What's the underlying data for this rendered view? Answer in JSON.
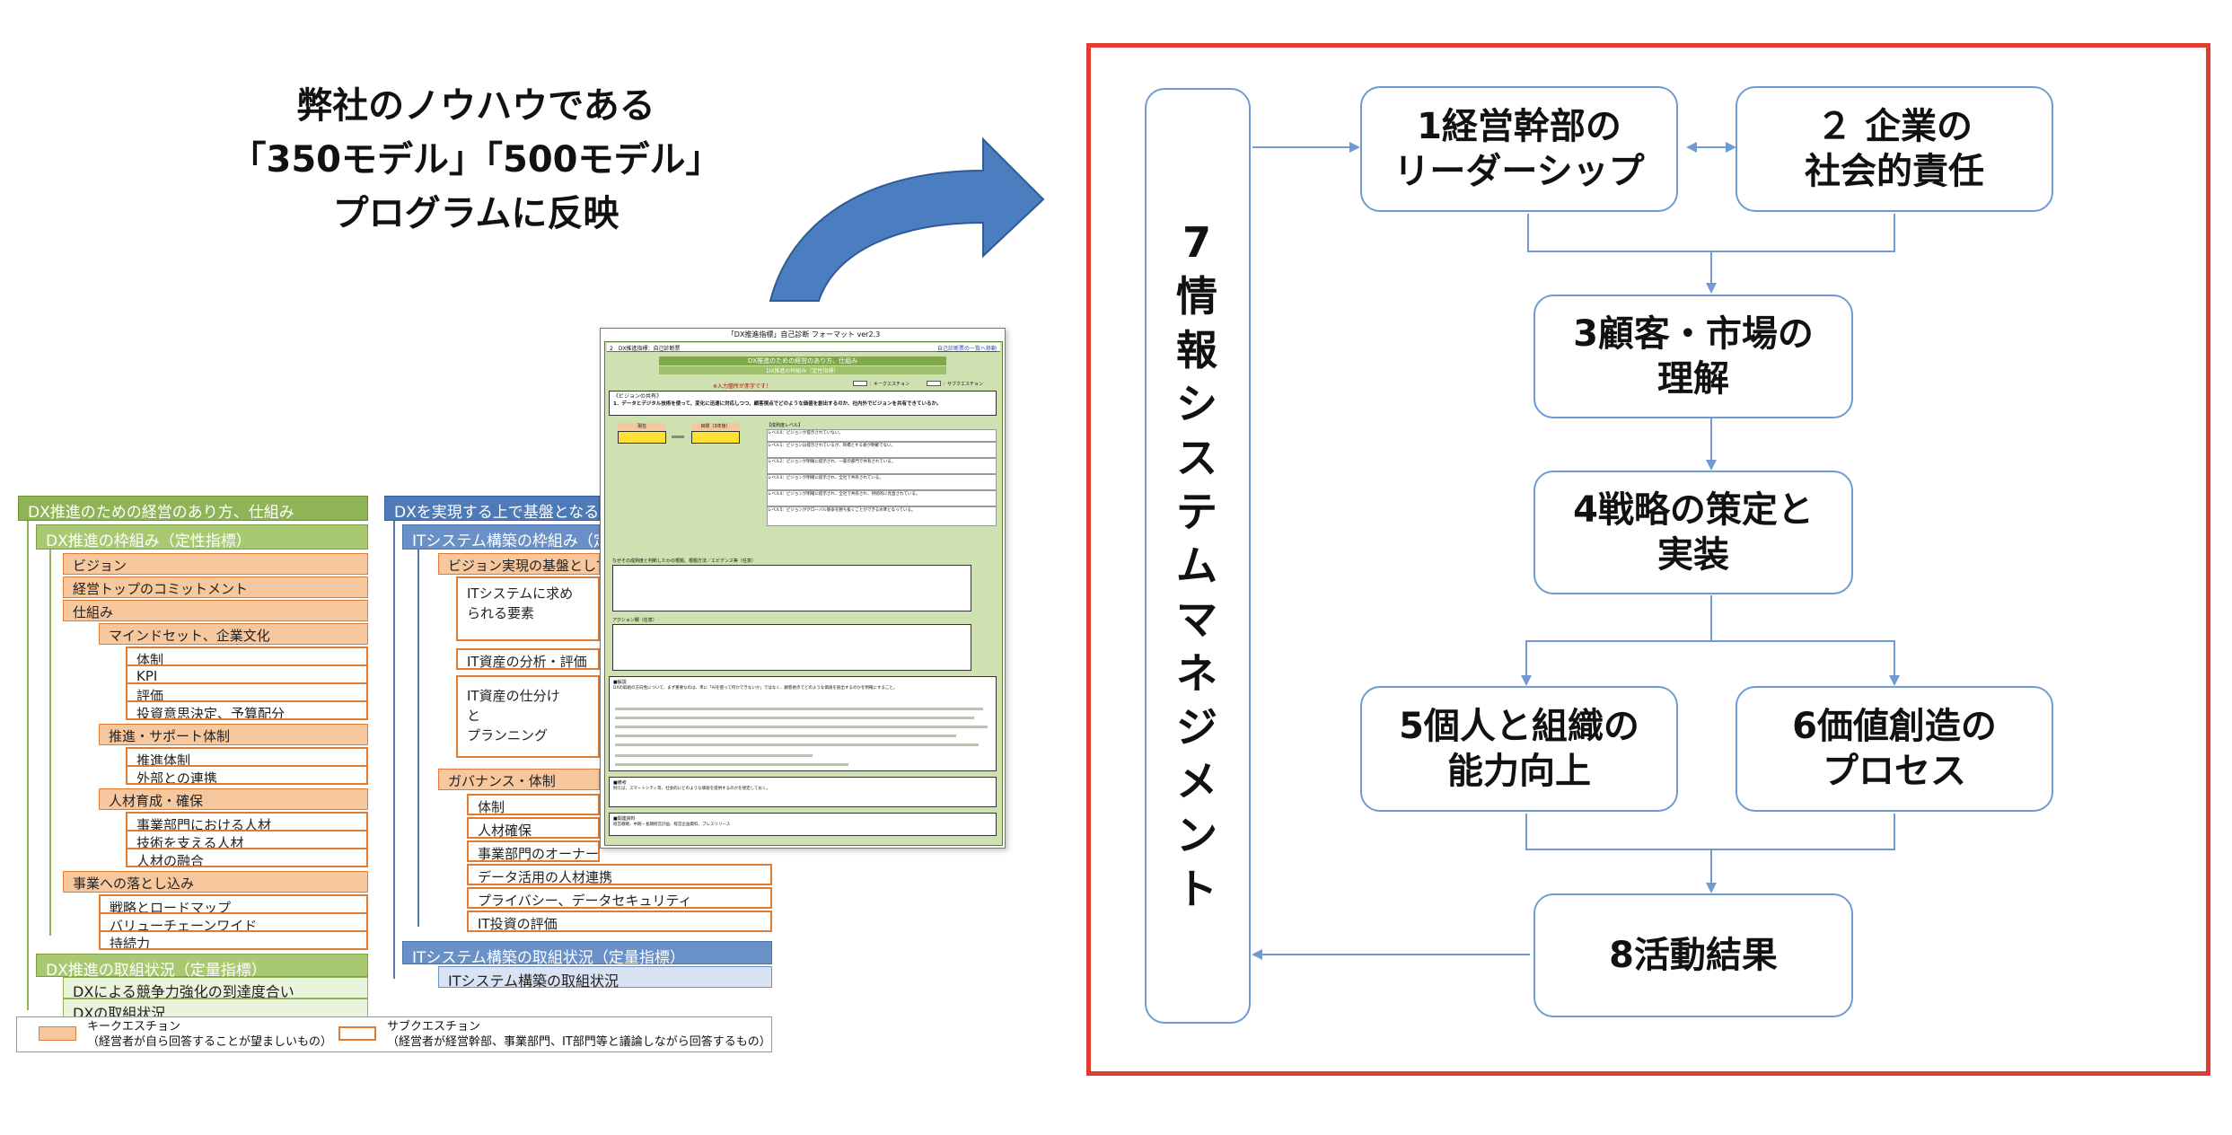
{
  "headline": [
    "弊社のノウハウである",
    "「350モデル」「500モデル」",
    "プログラムに反映"
  ],
  "left_tree": {
    "green_header": "DX推進のための経営のあり方、仕組み",
    "green_sub1": "DX推進の枠組み（定性指標）",
    "green_items": [
      "ビジョン",
      "経営トップのコミットメント",
      "仕組み"
    ],
    "mindset": "マインドセット、企業文化",
    "mindset_items": [
      "体制",
      "KPI",
      "評価",
      "投資意思決定、予算配分"
    ],
    "promotion": "推進・サポート体制",
    "promotion_items": [
      "推進体制",
      "外部との連携"
    ],
    "hr": "人材育成・確保",
    "hr_items": [
      "事業部門における人材",
      "技術を支える人材",
      "人材の融合"
    ],
    "business": "事業への落とし込み",
    "business_items": [
      "戦略とロードマップ",
      "バリューチェーンワイド",
      "持続力"
    ],
    "green_sub2": "DX推進の取組状況（定量指標）",
    "green_sub2_items": [
      "DXによる競争力強化の到達度合い",
      "DXの取組状況"
    ],
    "blue_header": "DXを実現する上で基盤となるIT",
    "blue_sub1": "ITシステム構築の枠組み（定",
    "it_base": "ビジョン実現の基盤としての",
    "it_req": [
      "ITシステムに求め",
      "られる要素"
    ],
    "it_asset": "IT資産の分析・評価",
    "it_plan": [
      "IT資産の仕分け",
      "と",
      "プランニング"
    ],
    "governance": "ガバナンス・体制",
    "gov_items": [
      "体制",
      "人材確保",
      "事業部門のオーナーシ",
      "データ活用の人材連携",
      "プライバシー、データセキュリティ",
      "IT投資の評価"
    ],
    "blue_sub2": "ITシステム構築の取組状況（定量指標）",
    "blue_sub2_item": "ITシステム構築の取組状況",
    "legend_key": [
      "キークエスチョン",
      "（経営者が自ら回答することが望ましいもの）"
    ],
    "legend_sub": [
      "サブクエスチョン",
      "（経営者が経営幹部、事業部門、IT部門等と議論しながら回答するもの）"
    ]
  },
  "form": {
    "title": "「DX推進指標」自己診断 フォーマット ver2.3",
    "tab_left": "2　DX推進指標：自己診断票",
    "tab_right": "自己診断票の一覧へ移動",
    "heading1": "DX推進のための経営のあり方、仕組み",
    "heading2": "DX推進の枠組み（定性指標）",
    "required": "※入力箇所が赤字です！",
    "legend1": "：キークエスチョン",
    "legend2": "：サブクエスチョン",
    "vision_title": "《ビジョンの共有》",
    "question": "1．データとデジタル技術を使って、変化に迅速に対応しつつ、顧客視点でどのような価値を創出するのか、社内外でビジョンを共有できているか。",
    "current_label": "現在",
    "target_label": "目標（3年後）",
    "maturity_title": "【成熟度レベル】",
    "levels": [
      "レベル0：ビジョンが提示されていない。",
      "レベル1：ビジョンは提示されているが、目標とする姿が明確でない。",
      "レベル2：ビジョンが明確に提示され、一部の部門で共有されている。",
      "レベル3：ビジョンが明確に提示され、全社で共有されている。",
      "レベル4：ビジョンが明確に提示され、全社で共有され、持続的に見直されている。",
      "レベル5：ビジョンがグローバル競争を勝ち抜くことができる水準となっている。"
    ],
    "evidence_label": "なぜその成熟度と判断したかの根拠、根拠方法／エビデンス等（任意）",
    "action_label": "アクション欄（任意）",
    "note_title": "■解説",
    "note_text": "DXの取組の方向性について、まず重要なのは、単に「AIを使って何かできないか」ではなく、顧客視点でどのような価値を創出するのかを明確にすること。",
    "hint_title": "■備考",
    "hint_text": "例えば、スマートシティ等、社会的にどのような価値を提供するのかを想定しておく。",
    "ref_title": "■関連資料",
    "ref_text": "経営戦略、中期・長期経営計画、経営企画資料、プレスリリース"
  },
  "flow": {
    "box1": [
      "1経営幹部の",
      "リーダーシップ"
    ],
    "box2": [
      "２ 企業の",
      "社会的責任"
    ],
    "box3": [
      "3顧客・市場の",
      "理解"
    ],
    "box4": [
      "4戦略の策定と",
      "実装"
    ],
    "box5": [
      "5個人と組織の",
      "能力向上"
    ],
    "box6": [
      "6価値創造の",
      "プロセス"
    ],
    "box8": "8活動結果",
    "box7_chars": [
      "7",
      "情",
      "報",
      "シ",
      "ス",
      "テ",
      "ム",
      "マ",
      "ネ",
      "ジ",
      "メ",
      "ン",
      "ト"
    ]
  },
  "colors": {
    "frame": "#e13b30",
    "flow_border": "#6f9bd2",
    "arrow_fill": "#4a7ec1",
    "green": "#8fb456",
    "blue": "#4f7ab8",
    "orange": "#e07b2f"
  },
  "icons": [
    "curved-arrow-icon"
  ]
}
